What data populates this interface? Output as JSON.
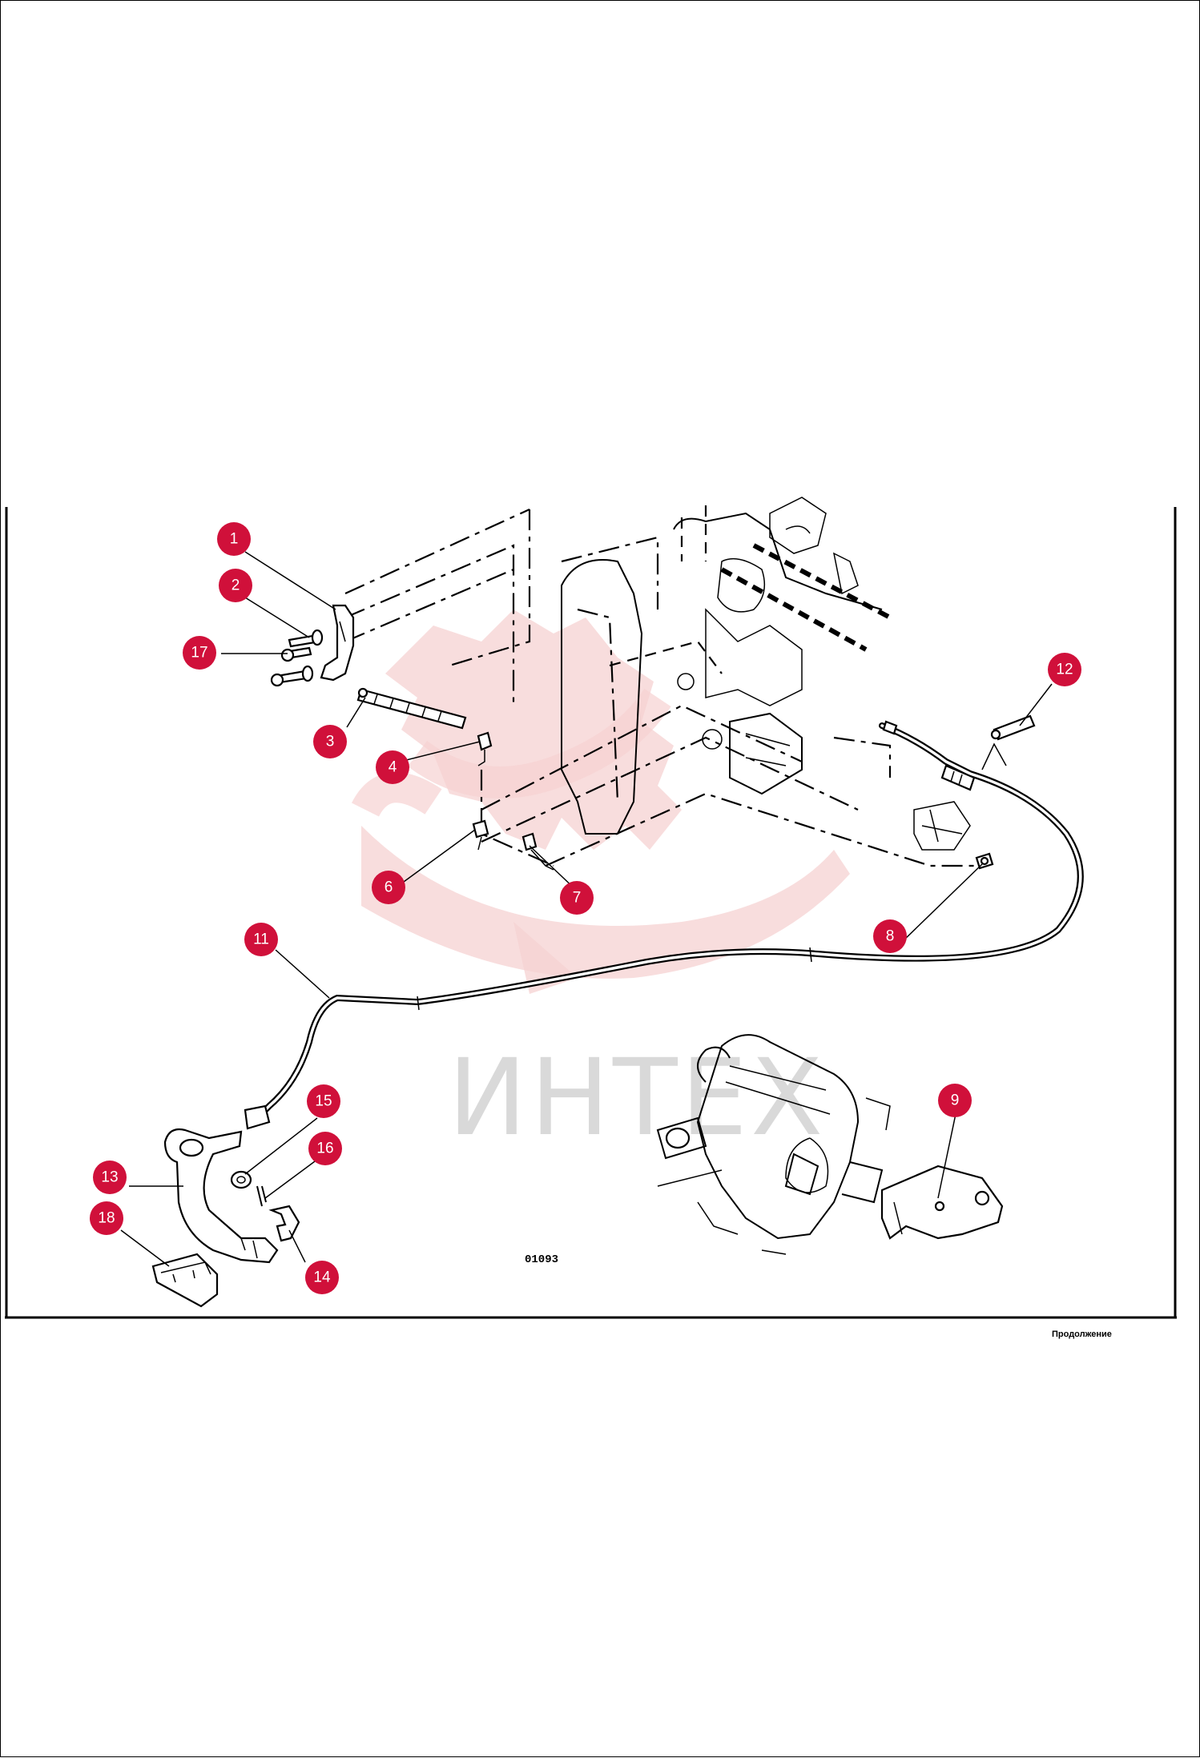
{
  "figure": {
    "code": "01093",
    "page_note": "Продолжение"
  },
  "watermark": {
    "text": "ИНТЕХ",
    "color": "#f4cccc"
  },
  "colors": {
    "callout_fill": "#d0103a",
    "callout_text": "#ffffff",
    "line": "#000000"
  },
  "callouts": [
    {
      "number": "1"
    },
    {
      "number": "2"
    },
    {
      "number": "3"
    },
    {
      "number": "4"
    },
    {
      "number": "6"
    },
    {
      "number": "7"
    },
    {
      "number": "8"
    },
    {
      "number": "9"
    },
    {
      "number": "11"
    },
    {
      "number": "12"
    },
    {
      "number": "13"
    },
    {
      "number": "14"
    },
    {
      "number": "15"
    },
    {
      "number": "16"
    },
    {
      "number": "17"
    },
    {
      "number": "18"
    }
  ]
}
